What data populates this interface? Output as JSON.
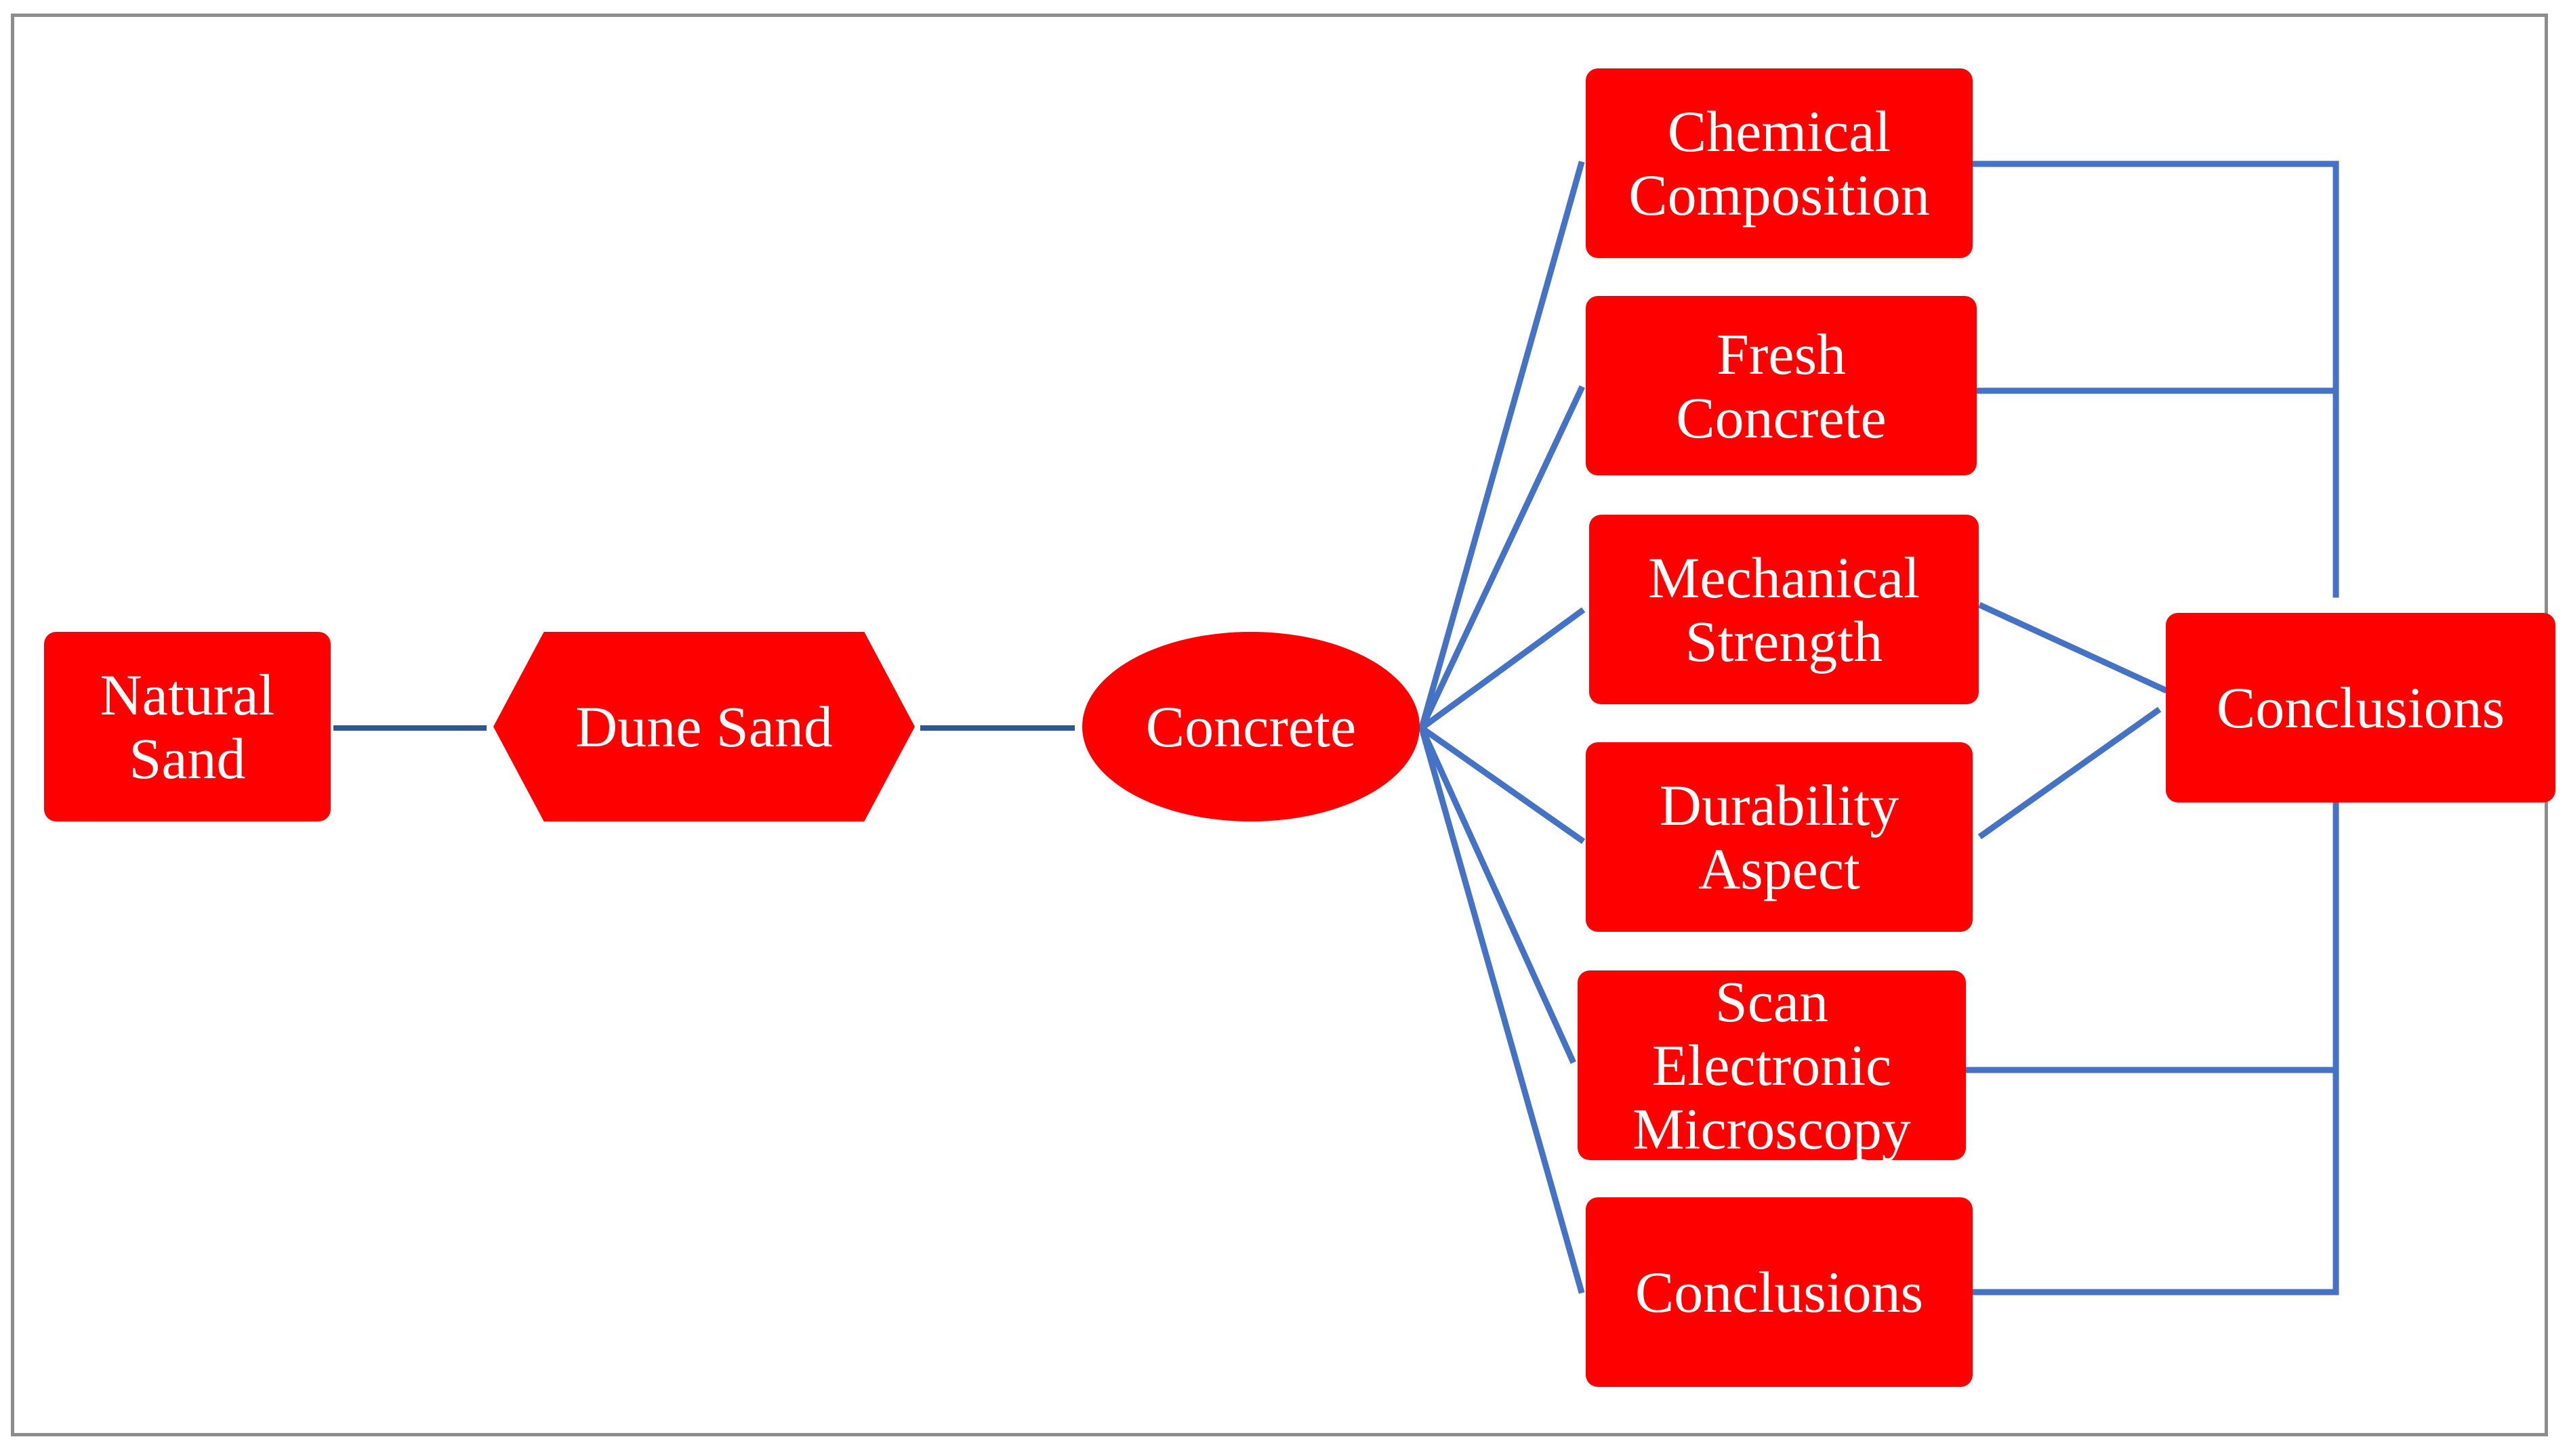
{
  "nodes": {
    "natural_sand": "Natural\nSand",
    "dune_sand": "Dune Sand",
    "concrete": "Concrete",
    "chemical_composition": "Chemical\nComposition",
    "fresh_concrete": "Fresh\nConcrete",
    "mechanical_strength": "Mechanical\nStrength",
    "durability_aspect": "Durability\nAspect",
    "scan_electronic_microscopy": "Scan\nElectronic\nMicroscopy",
    "conclusions_branch": "Conclusions",
    "conclusions_final": "Conclusions"
  },
  "colors": {
    "node_fill": "#ff0000",
    "node_text": "#ffffff",
    "connector": "#4472c4",
    "frame": "#8c8c8c"
  }
}
